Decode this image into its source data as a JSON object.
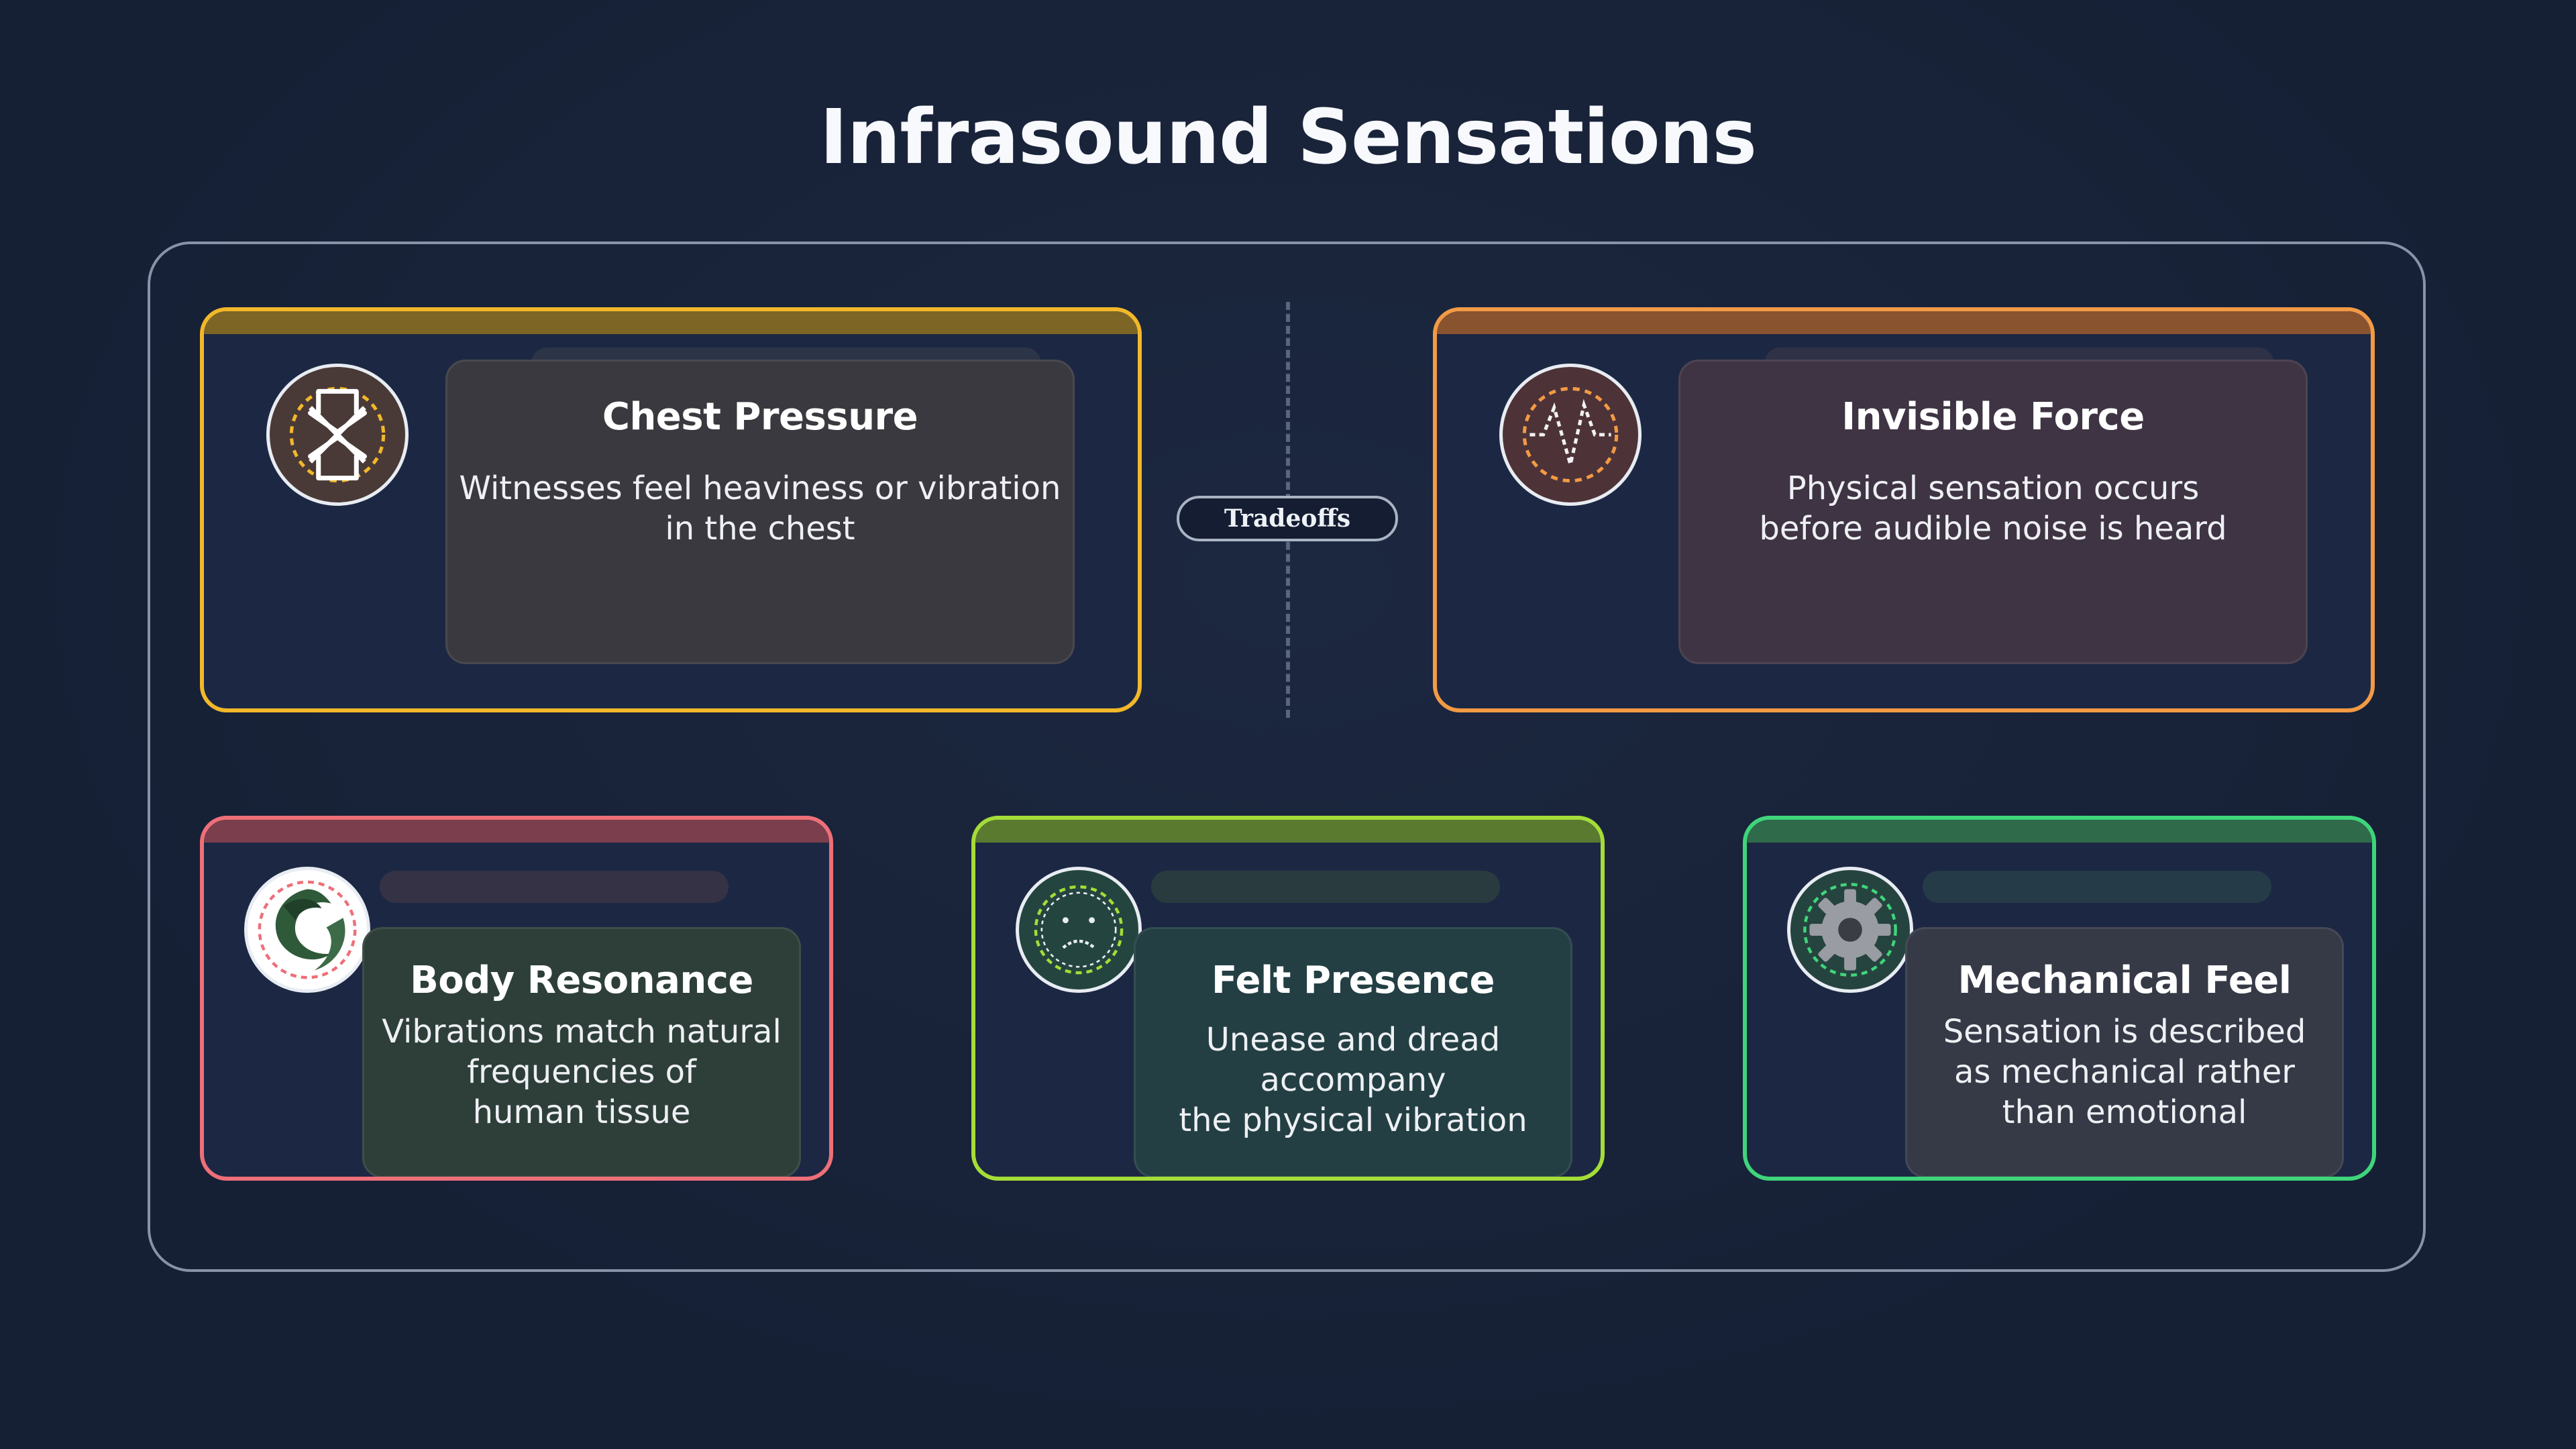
{
  "title": "Infrasound Sensations",
  "divider_label": "Tradeoffs",
  "cards": [
    {
      "id": "chest-pressure",
      "title": "Chest Pressure",
      "description_lines": [
        "Witnesses feel heaviness or vibration",
        "in the chest"
      ],
      "icon": "compress-arrows-icon",
      "accent": "#f2b82a"
    },
    {
      "id": "invisible-force",
      "title": "Invisible Force",
      "description_lines": [
        "Physical sensation occurs",
        "before audible noise is heard"
      ],
      "icon": "waveform-icon",
      "accent": "#f39a45"
    },
    {
      "id": "body-resonance",
      "title": "Body Resonance",
      "description_lines": [
        "Vibrations match natural",
        "frequencies of",
        "human tissue"
      ],
      "icon": "swirl-icon",
      "accent": "#ee6f78"
    },
    {
      "id": "felt-presence",
      "title": "Felt Presence",
      "description_lines": [
        "Unease and dread accompany",
        "the physical vibration"
      ],
      "icon": "frown-face-icon",
      "accent": "#a4dd38"
    },
    {
      "id": "mechanical-feel",
      "title": "Mechanical Feel",
      "description_lines": [
        "Sensation is described",
        "as mechanical rather",
        "than emotional"
      ],
      "icon": "gear-icon",
      "accent": "#3fd57a"
    }
  ]
}
